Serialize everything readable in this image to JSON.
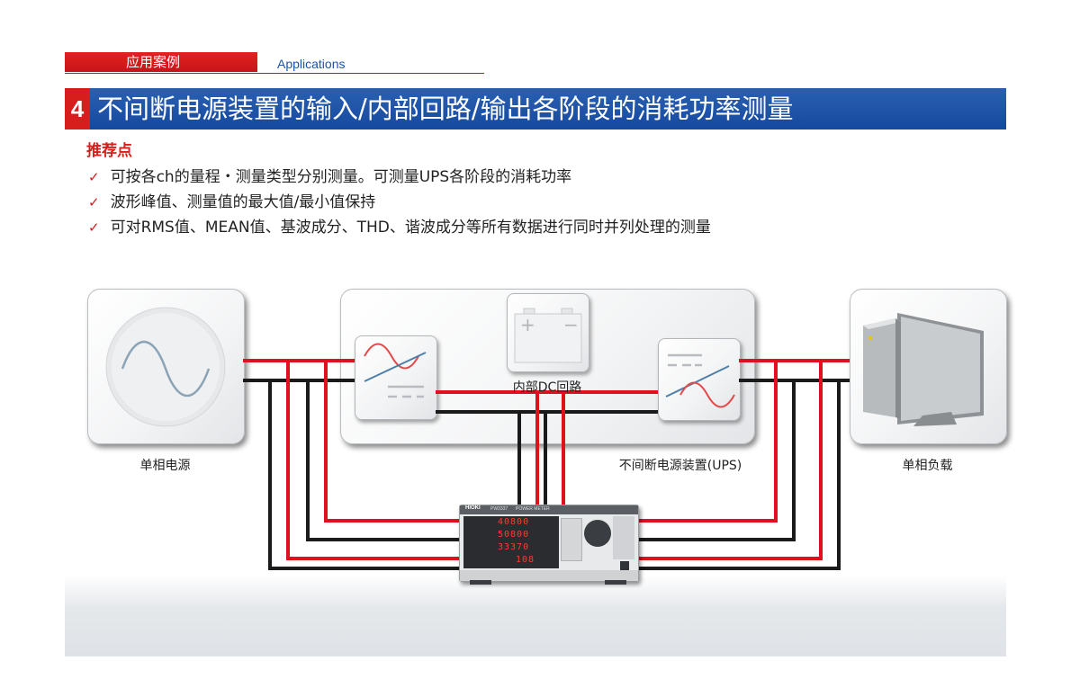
{
  "header": {
    "tab_cn": "应用案例",
    "tab_en": "Applications"
  },
  "title": {
    "number": "4",
    "text": "不间断电源装置的输入/内部回路/输出各阶段的消耗功率测量"
  },
  "recommendations": {
    "heading": "推荐点",
    "tick": "✓",
    "items": [
      "可按各ch的量程・测量类型分别测量。可测量UPS各阶段的消耗功率",
      "波形峰值、测量值的最大值/最小值保持",
      "可对RMS值、MEAN值、基波成分、THD、谐波成分等所有数据进行同时并列处理的测量"
    ]
  },
  "diagram": {
    "source_label": "单相电源",
    "ups_label": "不间断电源装置(UPS)",
    "dc_label": "内部DC回路",
    "load_label": "单相负载",
    "battery_plus": "+",
    "battery_minus": "−",
    "meter": {
      "brand": "HIOKI",
      "model": "PW3337",
      "type": "POWER METER",
      "readings": [
        "40800",
        "50800",
        "33370",
        "108"
      ]
    }
  },
  "colors": {
    "accent_red": "#d81d1d",
    "title_blue": "#1d52a6",
    "wire_red": "#e0101e",
    "wire_black": "#1a1a1a"
  }
}
